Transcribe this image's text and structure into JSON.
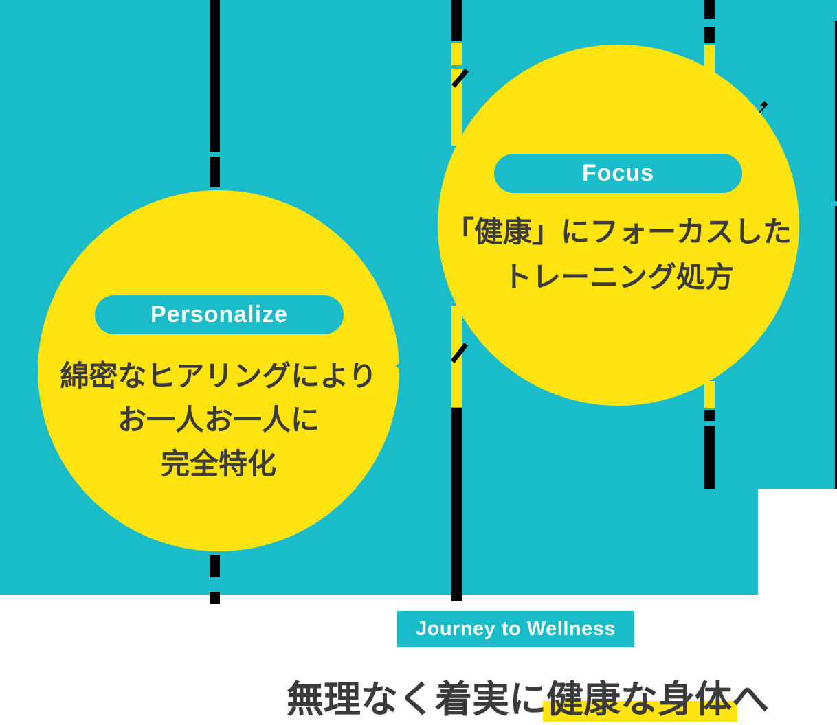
{
  "colors": {
    "teal": "#1ABCCA",
    "yellow": "#FFE412",
    "text_dark": "#3B3B3B",
    "text_light": "#FFFFFF"
  },
  "circles": [
    {
      "id": "personalize",
      "pill_label": "Personalize",
      "lines": [
        "綿密なヒアリングにより",
        "お一人お一人に",
        "完全特化"
      ]
    },
    {
      "id": "focus",
      "pill_label": "Focus",
      "lines": [
        "「健康」にフォーカスした",
        "トレーニング処方"
      ]
    }
  ],
  "footer": {
    "badge_label": "Journey to Wellness",
    "heading_text": "無理なく着実に健康な身体へ",
    "heading_highlighted_part": "健康な身体"
  }
}
